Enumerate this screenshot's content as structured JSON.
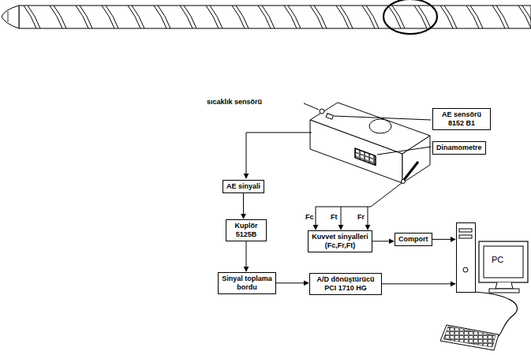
{
  "diagram": {
    "nodes": [
      {
        "text": [
          "AE sensörü 8152 B1"
        ]
      },
      {
        "text": [
          "Dinamometre"
        ]
      },
      {
        "text": [
          "AE sinyali"
        ]
      },
      {
        "text": [
          "Kuvvet sinyalleri (Fc,Fr,Ft)"
        ]
      },
      {
        "text": [
          "Comport"
        ]
      },
      {
        "text": [
          "Kuplör 5125B"
        ]
      },
      {
        "text": [
          "Sinyal toplama bordu"
        ]
      },
      {
        "text": [
          "A/D dönüştürücü PCI 1710 HG"
        ]
      },
      {
        "text": [
          "PC"
        ]
      }
    ],
    "edges": [
      {
        "from": 2,
        "to": 5,
        "arrow": "to"
      },
      {
        "from": 5,
        "to": 6,
        "arrow": "to"
      },
      {
        "from": 6,
        "to": 7,
        "arrow": "to"
      },
      {
        "from": 3,
        "to": 4,
        "arrow": "to"
      },
      {
        "from": 4,
        "to": 8,
        "arrow": "to"
      },
      {
        "from": 7,
        "to": 8,
        "arrow": "to"
      }
    ],
    "labels": [
      "sıcaklık sensörü",
      "Fc",
      "Ft",
      "Fr"
    ]
  }
}
